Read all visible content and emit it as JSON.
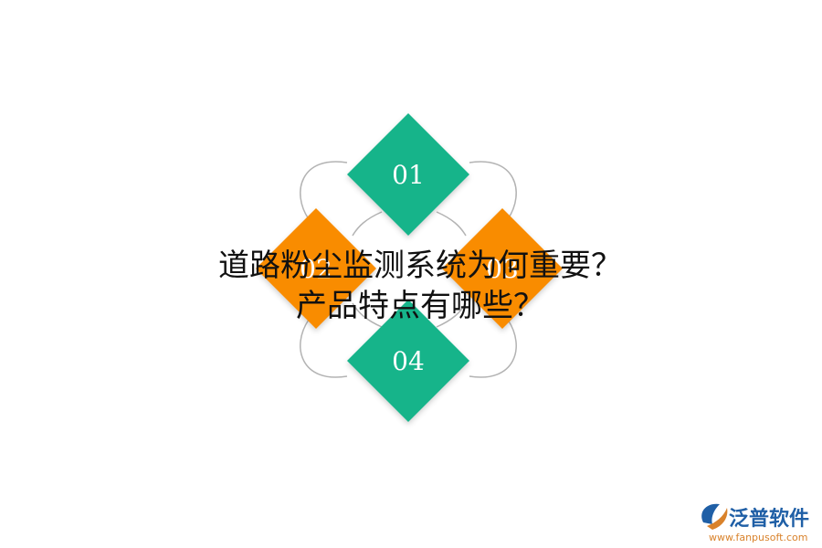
{
  "diagram": {
    "title_line1": "道路粉尘监测系统为何重要？",
    "title_line2": "产品特点有哪些？",
    "items": [
      {
        "label": "01",
        "color": "#12b48a"
      },
      {
        "label": "02",
        "color": "#f98c00"
      },
      {
        "label": "03",
        "color": "#f98c00"
      },
      {
        "label": "04",
        "color": "#12b48a"
      }
    ],
    "ring_color": "#b3b3b3"
  },
  "logo": {
    "name": "泛普软件",
    "url": "www.fanpusoft.com",
    "color": "#1f5fa6"
  }
}
